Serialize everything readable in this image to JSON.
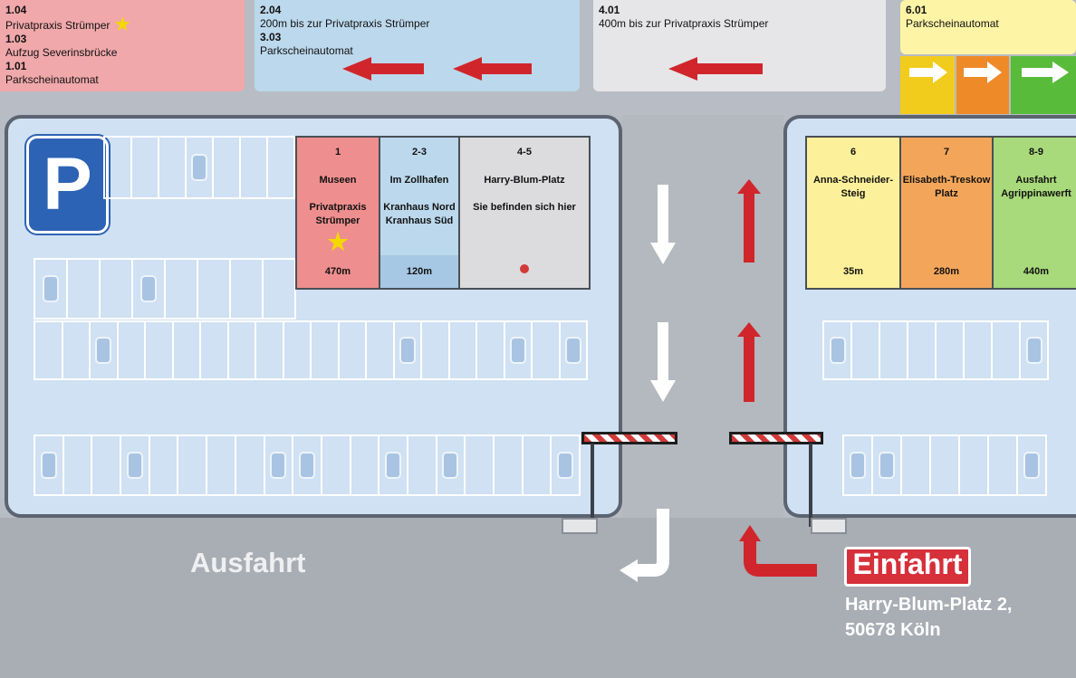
{
  "info_cards": {
    "red": {
      "lines": [
        {
          "code": "1.04",
          "text": "Privatpraxis Strümper"
        },
        {
          "code": "1.03",
          "text": "Aufzug Severinsbrücke"
        },
        {
          "code": "1.01",
          "text": "Parkscheinautomat"
        }
      ]
    },
    "blue": {
      "lines": [
        {
          "code": "2.04",
          "text": "200m bis zur Privatpraxis Strümper"
        },
        {
          "code": "3.03",
          "text": "Parkscheinautomat"
        }
      ]
    },
    "gray": {
      "lines": [
        {
          "code": "4.01",
          "text": "400m bis zur Privatpraxis Strümper"
        }
      ]
    },
    "yellow": {
      "lines": [
        {
          "code": "6.01",
          "text": "Parkscheinautomat"
        }
      ]
    }
  },
  "parking_sign": "P",
  "zones_left": [
    {
      "num": "1",
      "line1": "Museen",
      "line2": "Privatpraxis Strümper",
      "distance": "470m",
      "color": "#ee8e8e",
      "dist_color": "#ee8e8e",
      "star": true
    },
    {
      "num": "2-3",
      "line1": "Im Zollhafen",
      "line2": "Kranhaus Nord Kranhaus Süd",
      "distance": "120m",
      "color": "#bcd8ec",
      "dist_color": "#a7c8e4"
    },
    {
      "num": "4-5",
      "line1": "Harry-Blum-Platz",
      "line2": "Sie befinden sich hier",
      "distance": "",
      "color": "#dcdcde",
      "dist_color": "#dcdcde",
      "dot": true
    }
  ],
  "zones_right": [
    {
      "num": "6",
      "line1": "Anna-Schneider-Steig",
      "line2": "",
      "distance": "35m",
      "color": "#fdf09a"
    },
    {
      "num": "7",
      "line1": "Elisabeth-Treskow Platz",
      "line2": "",
      "distance": "280m",
      "color": "#f3a65a"
    },
    {
      "num": "8-9",
      "line1": "Ausfahrt Agrippinawerft",
      "line2": "",
      "distance": "440m",
      "color": "#a8d97a"
    }
  ],
  "labels": {
    "exit": "Ausfahrt",
    "entry": "Einfahrt",
    "address_line1": "Harry-Blum-Platz 2,",
    "address_line2": "50678 Köln"
  },
  "colors": {
    "lot": "#cfe1f3",
    "road": "#a9adb4",
    "arrow_red": "#d0262b",
    "arrow_white": "#ffffff"
  }
}
